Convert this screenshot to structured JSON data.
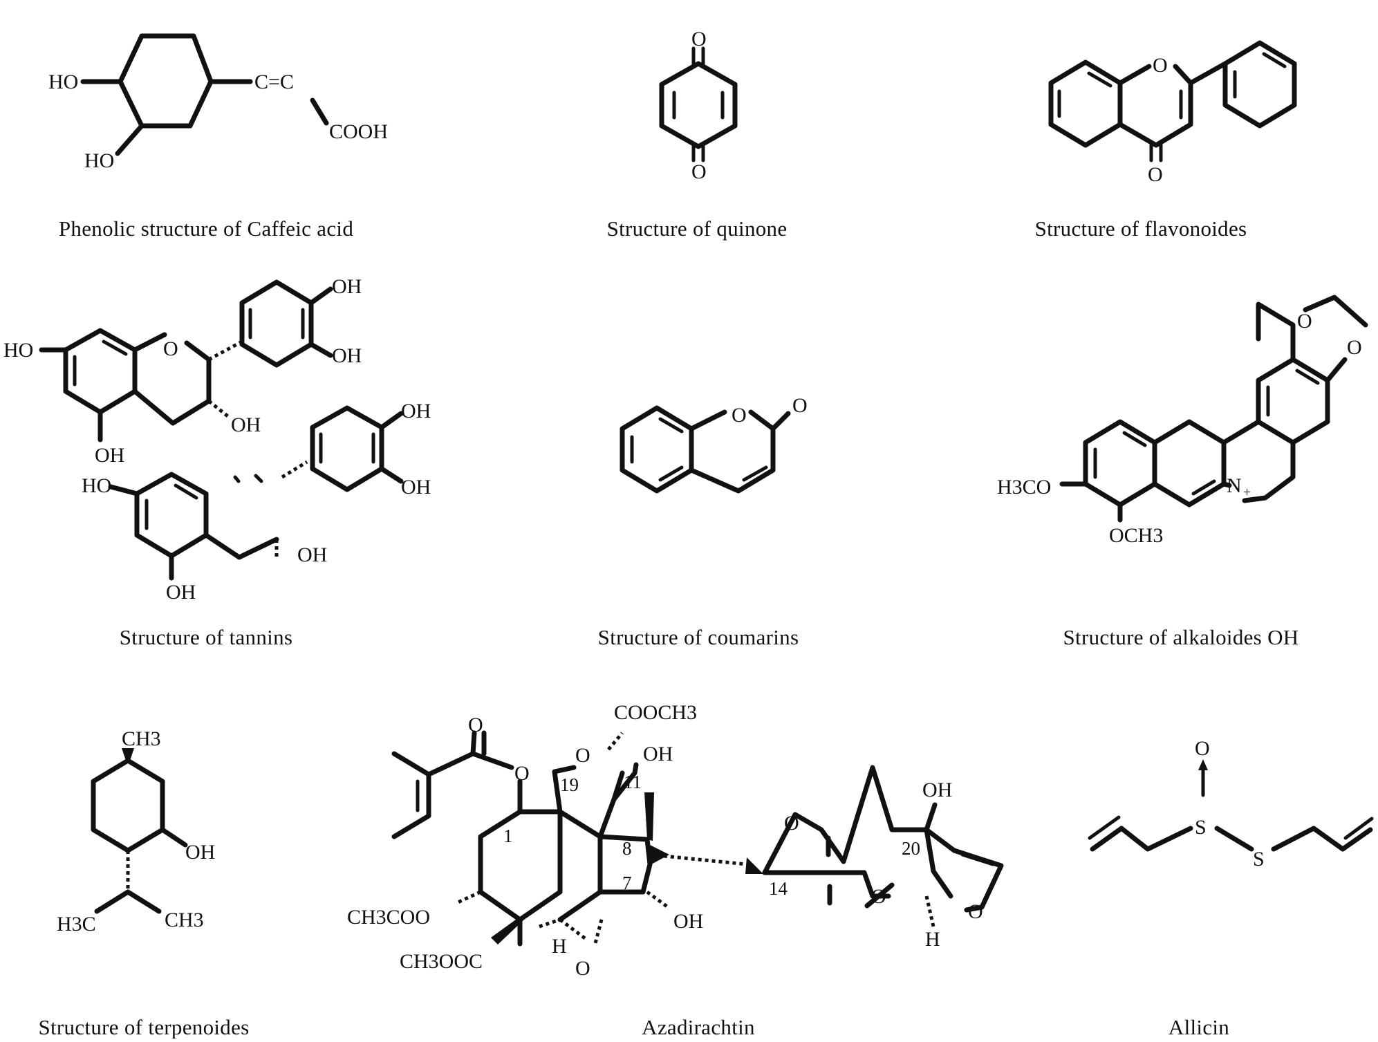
{
  "captions": {
    "caffeic": "Phenolic structure of Caffeic acid",
    "quinone": "Structure of quinone",
    "flavonoides": "Structure of flavonoides",
    "tannins": "Structure of tannins",
    "coumarins": "Structure of coumarins",
    "alkaloides": "Structure of alkaloides OH",
    "terpenoides": "Structure of terpenoides",
    "azadirachtin": "Azadirachtin",
    "allicin": "Allicin"
  },
  "labels": {
    "ho": "HO",
    "oh": "OH",
    "o": "O",
    "cc": "C=C",
    "cooh": "COOH",
    "h": "H",
    "s": "S",
    "n": "N",
    "plus": "+",
    "h3co": "H3CO",
    "och3": "OCH3",
    "ch3": "CH3",
    "h3c": "H3C",
    "cooch3": "COOCH3",
    "ch3coo": "CH3COO",
    "ch3ooc": "CH3OOC",
    "n19": "19",
    "n11": "11",
    "n1": "1",
    "n8": "8",
    "n7": "7",
    "n14": "14",
    "n20": "20"
  }
}
